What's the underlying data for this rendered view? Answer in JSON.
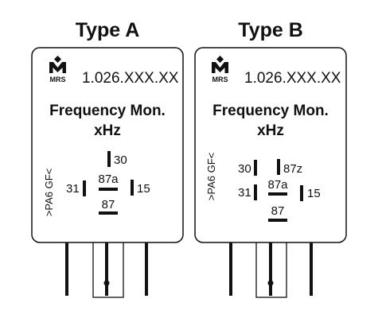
{
  "relays": [
    {
      "title": "Type A",
      "logo_text": "MRS",
      "part_number": "1.026.XXX.XX",
      "function_line1": "Frequency Mon.",
      "function_line2": "xHz",
      "material": ">PA6 GF<",
      "pins": {
        "p30": "30",
        "p31": "31",
        "p87a": "87a",
        "p15": "15",
        "p87": "87"
      }
    },
    {
      "title": "Type B",
      "logo_text": "MRS",
      "part_number": "1.026.XXX.XX",
      "function_line1": "Frequency Mon.",
      "function_line2": "xHz",
      "material": ">PA6 GF<",
      "pins": {
        "p30": "30",
        "p87z": "87z",
        "p31": "31",
        "p87a": "87a",
        "p15": "15",
        "p87": "87"
      }
    }
  ]
}
